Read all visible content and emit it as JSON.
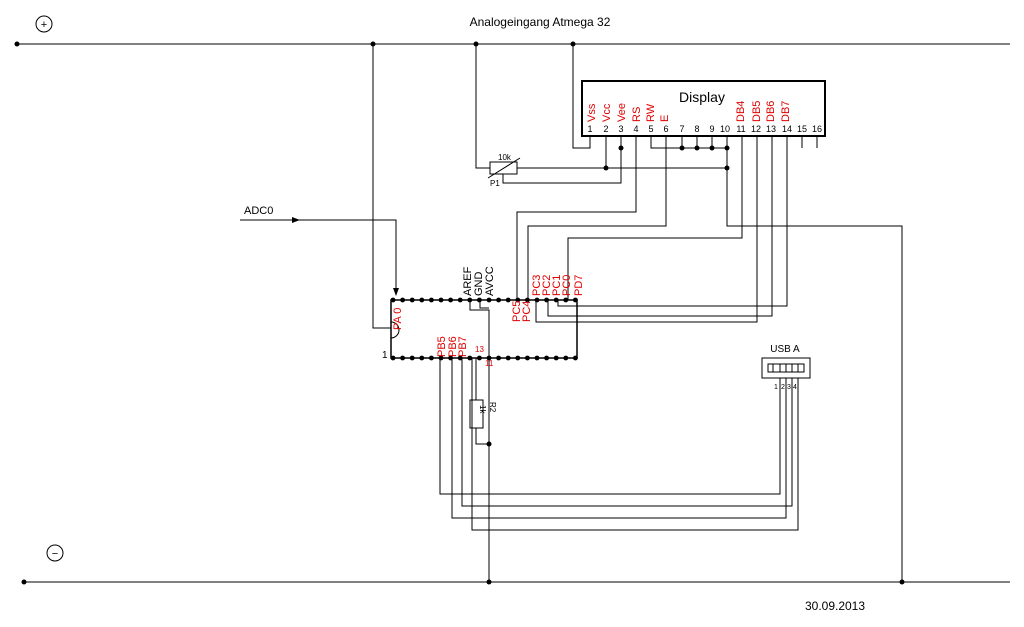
{
  "title": "Analogeingang Atmega 32",
  "date": "30.09.2013",
  "rails": {
    "plus_symbol": "+",
    "minus_symbol": "−"
  },
  "input_label": "ADC0",
  "display": {
    "label": "Display",
    "pin_names": [
      "Vss",
      "Vcc",
      "Vee",
      "RS",
      "RW",
      "E",
      "DB4",
      "DB5",
      "DB6",
      "DB7"
    ],
    "pin_numbers": [
      "1",
      "2",
      "3",
      "4",
      "5",
      "6",
      "7",
      "8",
      "9",
      "10",
      "11",
      "12",
      "13",
      "14",
      "15",
      "16"
    ]
  },
  "potentiometer": {
    "value": "10k",
    "name": "P1"
  },
  "resistor": {
    "value": "1k",
    "name": "R2"
  },
  "usb": {
    "label": "USB A",
    "pins": [
      "1",
      "2",
      "3",
      "4"
    ]
  },
  "mcu": {
    "pin1_label": "1",
    "top_black_labels": [
      "AREF",
      "GND",
      "AVCC"
    ],
    "top_red_labels": [
      "PC5",
      "PC4",
      "PC3",
      "PC2",
      "PC1",
      "PC0",
      "PD7"
    ],
    "left_red_label": "PA 0",
    "bottom_red_labels": [
      "PB5",
      "PB6",
      "PB7"
    ],
    "bottom_small": [
      "13",
      "11"
    ]
  }
}
